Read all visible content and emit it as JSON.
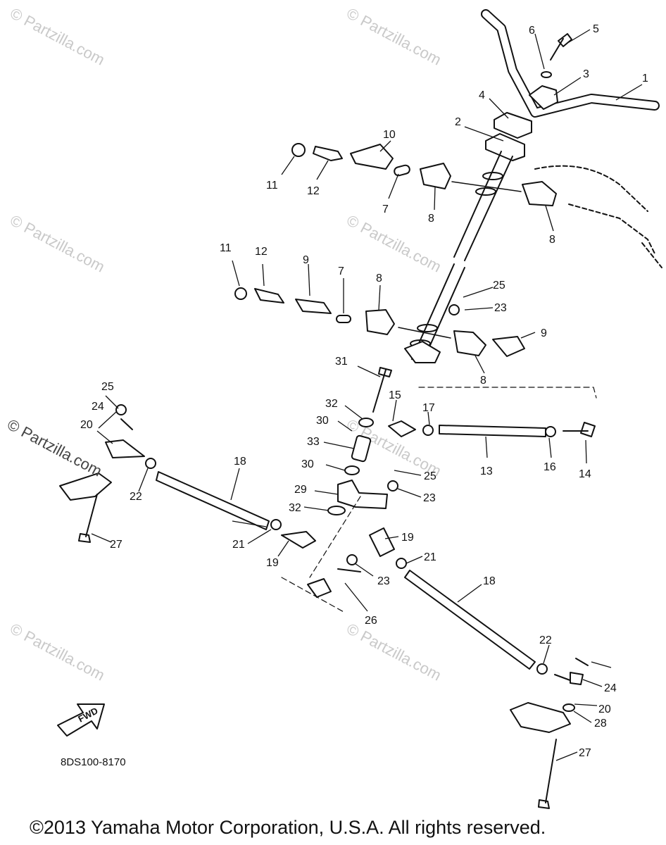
{
  "watermarks": [
    "© Partzilla.com"
  ],
  "side_watermark": "© Partzilla.com",
  "callouts": [
    "1",
    "2",
    "3",
    "4",
    "5",
    "6",
    "7",
    "7",
    "8",
    "8",
    "8",
    "8",
    "9",
    "9",
    "10",
    "11",
    "11",
    "12",
    "12",
    "13",
    "14",
    "15",
    "16",
    "17",
    "18",
    "18",
    "19",
    "19",
    "20",
    "20",
    "21",
    "21",
    "22",
    "22",
    "23",
    "23",
    "23",
    "24",
    "24",
    "25",
    "25",
    "25",
    "26",
    "27",
    "27",
    "28",
    "29",
    "30",
    "30",
    "31",
    "32",
    "32",
    "33"
  ],
  "fwd_label": "FWD",
  "doc_number": "8DS100-8170",
  "copyright": "©2013 Yamaha Motor Corporation, U.S.A. All rights reserved."
}
